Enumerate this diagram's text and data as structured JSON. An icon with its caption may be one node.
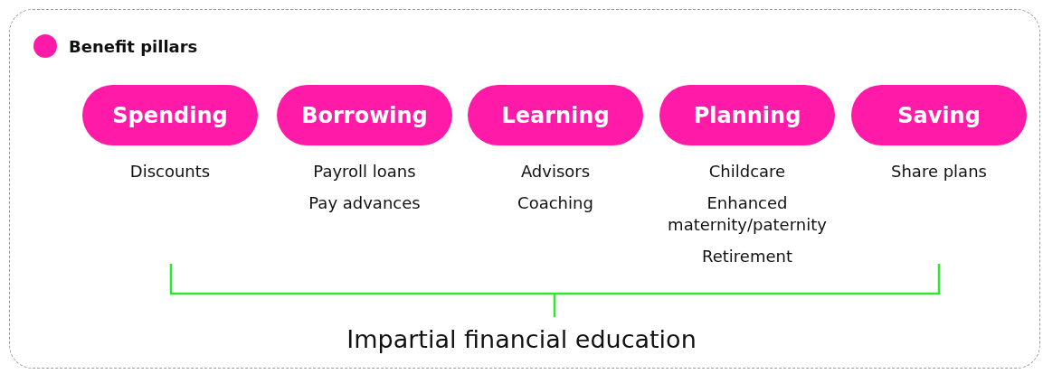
{
  "diagram": {
    "nodes": [
      {
        "text": [
          "Spending"
        ],
        "beside": [
          "Discounts"
        ]
      },
      {
        "text": [
          "Borrowing"
        ],
        "beside": [
          "Payroll loans",
          "Pay advances"
        ]
      },
      {
        "text": [
          "Learning"
        ],
        "beside": [
          "Advisors",
          "Coaching"
        ]
      },
      {
        "text": [
          "Planning"
        ],
        "beside": [
          "Childcare",
          "Enhanced maternity/paternity",
          "Retirement"
        ]
      },
      {
        "text": [
          "Saving"
        ],
        "beside": [
          "Share plans"
        ]
      }
    ],
    "labels": [
      "Impartial financial education"
    ],
    "legend": [
      {
        "text": "Benefit pillars",
        "color": "#ff1aa8"
      }
    ]
  }
}
